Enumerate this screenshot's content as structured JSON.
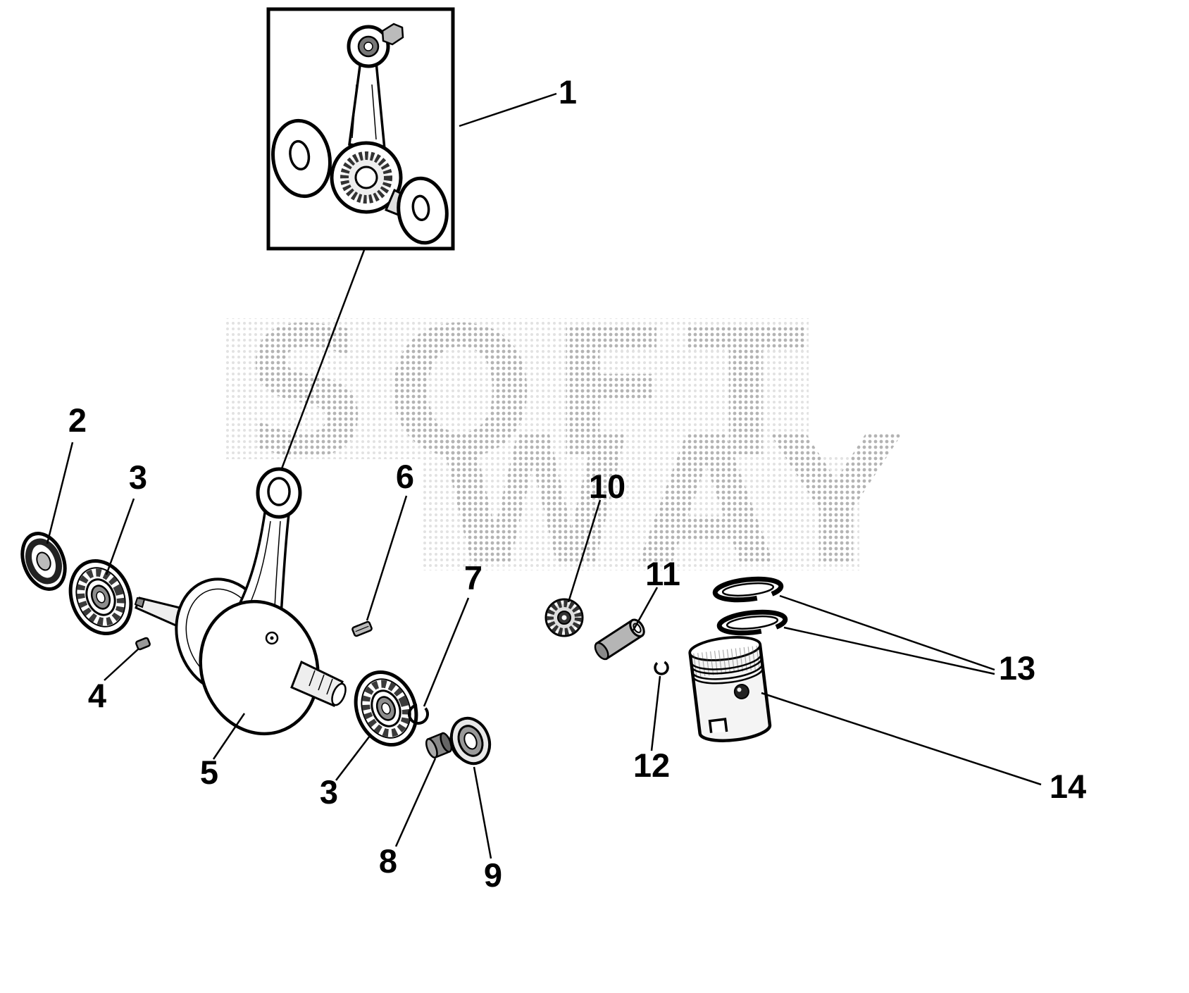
{
  "watermark": {
    "line1": "SOFT",
    "line2": "WAY"
  },
  "callouts": [
    {
      "ref": "1"
    },
    {
      "ref": "2"
    },
    {
      "ref": "3"
    },
    {
      "ref": "4"
    },
    {
      "ref": "5"
    },
    {
      "ref": "3"
    },
    {
      "ref": "6"
    },
    {
      "ref": "7"
    },
    {
      "ref": "8"
    },
    {
      "ref": "9"
    },
    {
      "ref": "10"
    },
    {
      "ref": "11"
    },
    {
      "ref": "12"
    },
    {
      "ref": "13"
    },
    {
      "ref": "14"
    }
  ],
  "colors": {
    "line": "#000000",
    "background": "#ffffff",
    "watermark_dot_light": "#e2e2e2",
    "watermark_dot_dark": "#b4b4b4"
  }
}
